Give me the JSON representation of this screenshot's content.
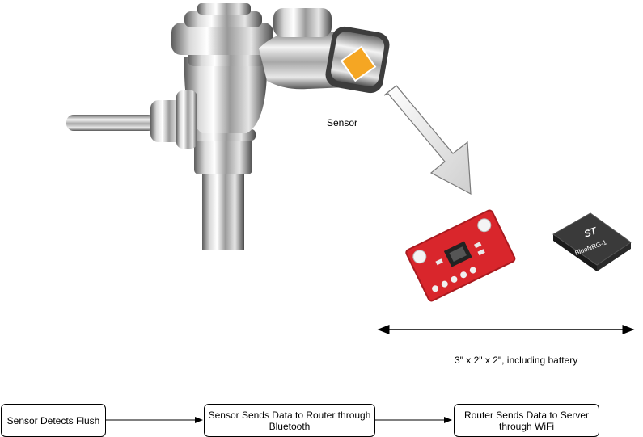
{
  "labels": {
    "sensor": "Sensor",
    "dimensions": "3\" x 2\"  x 2\", including battery"
  },
  "chip": {
    "brand": "ST",
    "model": "BlueNRG-1"
  },
  "flow": {
    "step1": "Sensor Detects Flush",
    "step2": "Sensor Sends Data to Router through Bluetooth",
    "step3": "Router Sends Data to Server through WiFi"
  },
  "colors": {
    "sensor_pad": "#f5a623",
    "board": "#d9262c",
    "chip": "#2b2b2b",
    "chrome_light": "#f2f2f2",
    "chrome_dark": "#6e6e6e"
  },
  "icons": {
    "flush_valve": "flush-valve-illustration",
    "accelerometer": "accelerometer-board-illustration",
    "bluetooth_chip": "bluetooth-chip-illustration"
  }
}
